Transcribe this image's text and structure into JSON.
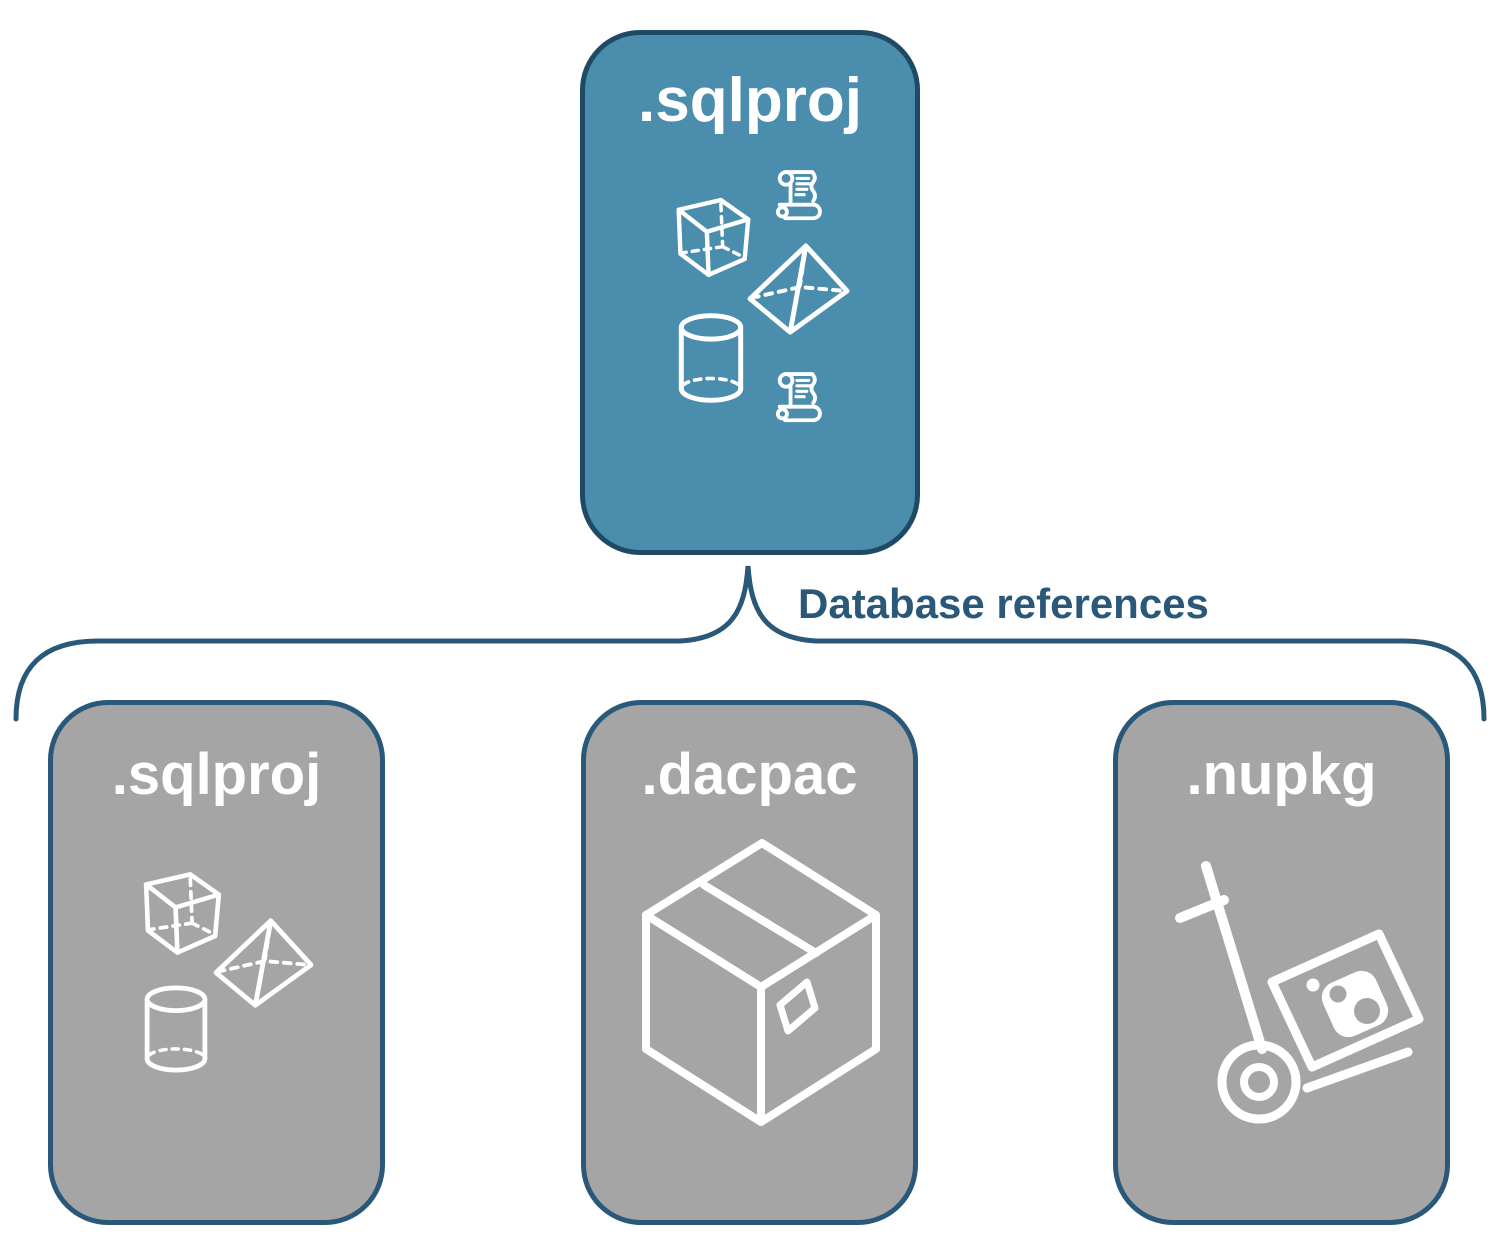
{
  "colors": {
    "parent_fill": "#4a8dac",
    "parent_border": "#1e4a66",
    "child_fill": "#a5a5a5",
    "child_border": "#2a5878",
    "connector": "#2a5878",
    "icon": "#ffffff",
    "title_text": "#ffffff",
    "background": "#ffffff"
  },
  "nodes": {
    "parent": {
      "label": ".sqlproj",
      "icons": [
        "scroll-icon",
        "cube-icon",
        "pyramid-icon",
        "cylinder-icon",
        "scroll-icon"
      ]
    },
    "connector_label": "Database references",
    "children": [
      {
        "label": ".sqlproj",
        "icons": [
          "cube-icon",
          "pyramid-icon",
          "cylinder-icon"
        ]
      },
      {
        "label": ".dacpac",
        "icons": [
          "package-box-icon"
        ]
      },
      {
        "label": ".nupkg",
        "icons": [
          "nuget-handtruck-icon"
        ]
      }
    ]
  }
}
